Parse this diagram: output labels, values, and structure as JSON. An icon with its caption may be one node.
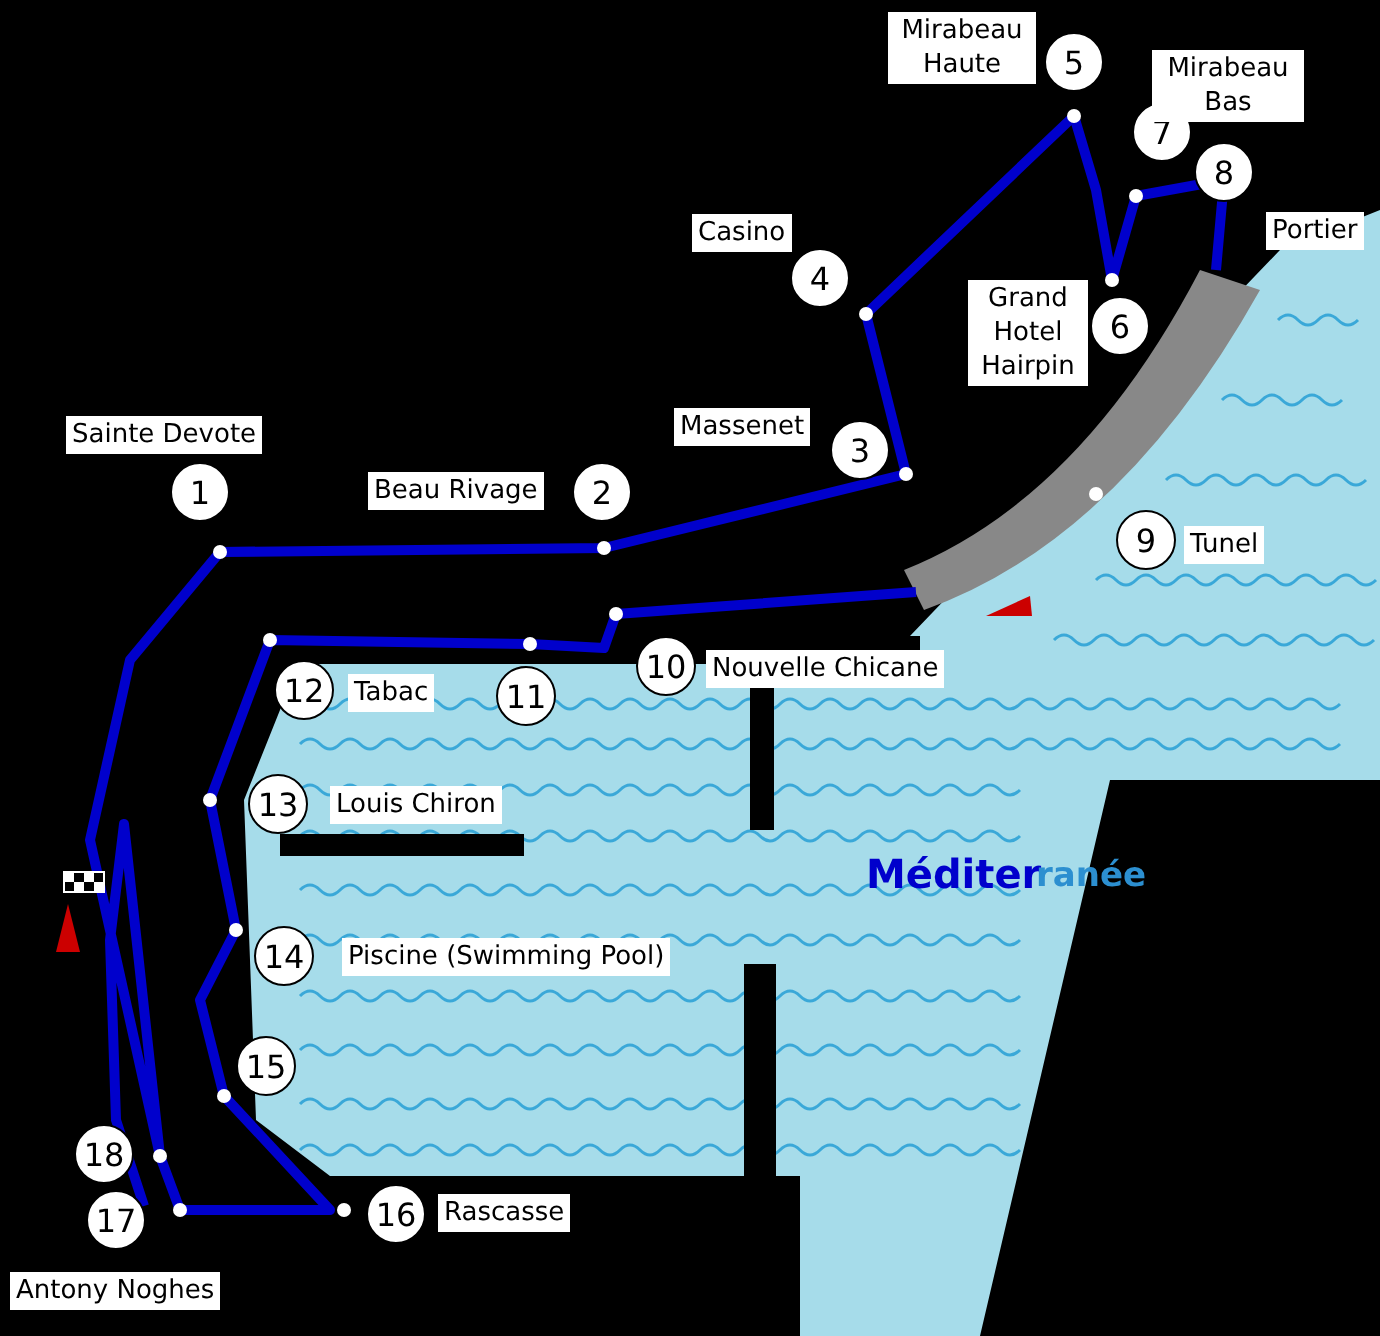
{
  "diagram": {
    "nodes": [
      {
        "text": [
          "1"
        ],
        "beside": [
          "Sainte Devote"
        ]
      },
      {
        "text": [
          "2"
        ],
        "beside": [
          "Beau Rivage"
        ]
      },
      {
        "text": [
          "3"
        ],
        "beside": [
          "Massenet"
        ]
      },
      {
        "text": [
          "4"
        ],
        "beside": [
          "Casino"
        ]
      },
      {
        "text": [
          "5"
        ],
        "beside": [
          "Mirabeau Haute"
        ]
      },
      {
        "text": [
          "6"
        ],
        "beside": [
          "Grand Hotel Hairpin"
        ]
      },
      {
        "text": [
          "7"
        ],
        "beside": [
          "Mirabeau Bas"
        ]
      },
      {
        "text": [
          "8"
        ],
        "beside": [
          "Portier"
        ]
      },
      {
        "text": [
          "9"
        ],
        "beside": [
          "Tunel"
        ]
      },
      {
        "text": [
          "10"
        ],
        "beside": [
          "Nouvelle Chicane"
        ]
      },
      {
        "text": [
          "11"
        ]
      },
      {
        "text": [
          "12"
        ],
        "beside": [
          "Tabac"
        ]
      },
      {
        "text": [
          "13"
        ],
        "beside": [
          "Louis Chiron"
        ]
      },
      {
        "text": [
          "14"
        ],
        "beside": [
          "Piscine (Swimming Pool)"
        ]
      },
      {
        "text": [
          "15"
        ]
      },
      {
        "text": [
          "16"
        ],
        "beside": [
          "Rascasse"
        ]
      },
      {
        "text": [
          "17"
        ],
        "beside": [
          "Antony Noghes"
        ]
      },
      {
        "text": [
          "18"
        ]
      }
    ],
    "edges": [],
    "labels": [
      "Méditer",
      "ranée"
    ]
  }
}
